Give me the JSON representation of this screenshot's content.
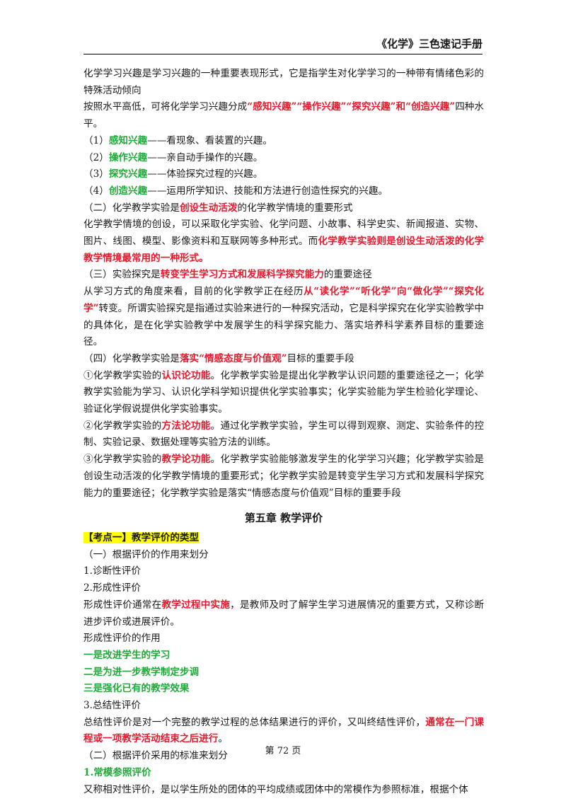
{
  "header": {
    "title": "《化学》三色速记手册"
  },
  "footer": {
    "page_label": "第 72 页"
  },
  "paragraphs": [
    [
      "化学学习兴趣是学习兴趣的一种重要表现形式，它是指学生对化学学习的一种带有情绪色彩的特殊活动倾向"
    ],
    [
      "按照水平高低，可将化学学习兴趣分成",
      "“感知兴趣”“操作兴趣”“探究兴趣”和“创造兴趣”",
      "四种水平。"
    ],
    [
      "（1）",
      "感知兴趣",
      "——看现象、看装置的兴趣。"
    ],
    [
      "（2）",
      "操作兴趣",
      "——亲自动手操作的兴趣。"
    ],
    [
      "（3）",
      "探究兴趣",
      "——体验探究过程的兴趣。"
    ],
    [
      "（4）",
      "创造兴趣",
      "——运用所学知识、技能和方法进行创造性探究的兴趣。"
    ],
    [
      "（二）化学教学实验是",
      "创设生动活泼",
      "的化学教学情境的重要形式"
    ],
    [
      "化学教学情境的创设，可以采取化学实验、化学问题、小故事、科学史实、新闻报道、实物、图片、线图、模型、影像资料和互联网等多种形式。而",
      "化学教学实验则是创设生动活泼的化学教学情境最常用的一种形式。"
    ],
    [
      "（三）实验探究是",
      "转变学生学习方式和发展科学探究能力",
      "的重要途径"
    ],
    [
      "从学习方式的角度来看，目前的化学教学正在经历",
      "从“读化学”“听化学”向“做化学”“探究化学”",
      "转变。所谓实验探究是指通过实验来进行的一种探究活动，它是科学探究在化学实验教学中的具体化，是在化学实验教学中发展学生的科学探究能力、落实培养科学素养目标的重要途径。"
    ],
    [
      "（四）化学教学实验是",
      "落实“情感态度与价值观”",
      "目标的重要手段"
    ],
    [
      "①化学教学实验的",
      "认识论功能",
      "。化学教学实验是提出化学教学认识问题的重要途径之一；化学教学实验能为学习、认识化学科学知识提供化学实验事实；化学实验能为学生检验化学理论、验证化学假说提供化学实验事实。"
    ],
    [
      "②化学教学实验的",
      "方法论功能",
      "。通过化学教学实验，学生可以得到观察、测定、实验条件的控制、实验记录、数据处理等实验方法的训练。"
    ],
    [
      "③化学教学实验的",
      "教学论功能",
      "。化学教学实验能够激发学生的化学学习兴趣；化学教学实验是创设生动活泼的化学教学情境的重要形式；化学教学实验是转变学生学习方式和发展科学探究能力的重要途径；化学教学实验是落实“情感态度与价值观”目标的重要手段"
    ],
    [
      "第五章  教学评价"
    ],
    [
      "【考点一】教学评价的类型"
    ],
    [
      "（一）根据评价的作用来划分"
    ],
    [
      "1.诊断性评价"
    ],
    [
      "2.形成性评价"
    ],
    [
      "形成性评价通常在",
      "教学过程中实施",
      "，是教师及时了解学生学习进展情况的重要方式，又称诊断进步评价或进展评价。"
    ],
    [
      "形成性评价的作用"
    ],
    [
      "一是改进学生的学习"
    ],
    [
      "二是为进一步教学制定步调"
    ],
    [
      "三是强化已有的教学效果"
    ],
    [
      "3.总结性评价"
    ],
    [
      "总结性评价是对一个完整的教学过程的总体结果进行的评价，又叫终结性评价，",
      "通常在一门课程或一项教学活动结束之后进行",
      "。"
    ],
    [
      "（二）根据评价采用的标准来划分"
    ],
    [
      "1.常模参照评价"
    ],
    [
      "又称相对性评价，是以学生所处的团体的平均成绩或团体中的常模作为参照标准，根据个体"
    ]
  ]
}
